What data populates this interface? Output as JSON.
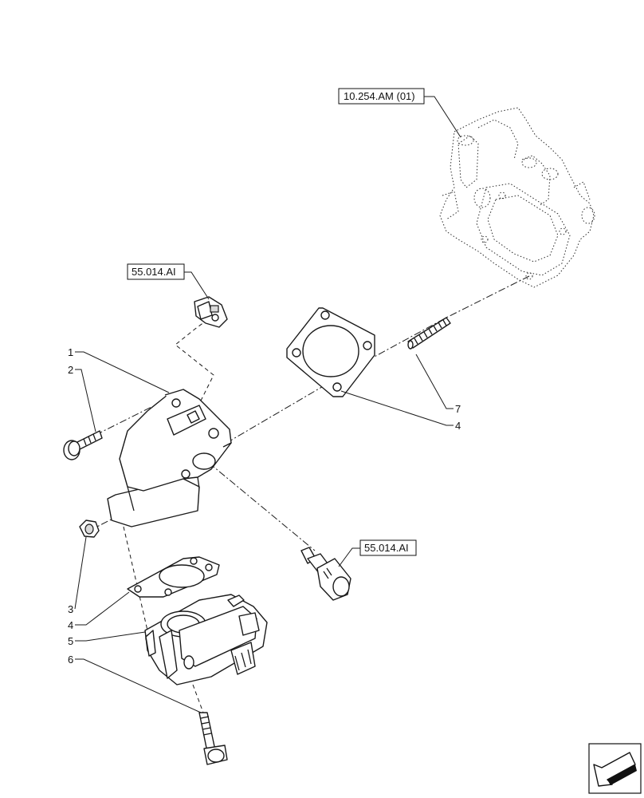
{
  "references": [
    {
      "id": "ref-engine",
      "label": "10.254.AM (01)"
    },
    {
      "id": "ref-upper-sensor",
      "label": "55.014.AI"
    },
    {
      "id": "ref-lower-sensor",
      "label": "55.014.AI"
    }
  ],
  "callouts": [
    {
      "id": "c1",
      "label": "1"
    },
    {
      "id": "c2",
      "label": "2"
    },
    {
      "id": "c3",
      "label": "3"
    },
    {
      "id": "c4a",
      "label": "4"
    },
    {
      "id": "c5",
      "label": "5"
    },
    {
      "id": "c6",
      "label": "6"
    },
    {
      "id": "c7",
      "label": "7"
    },
    {
      "id": "c4b",
      "label": "4"
    }
  ],
  "icons": {
    "corner": "direction-arrow-icon"
  }
}
